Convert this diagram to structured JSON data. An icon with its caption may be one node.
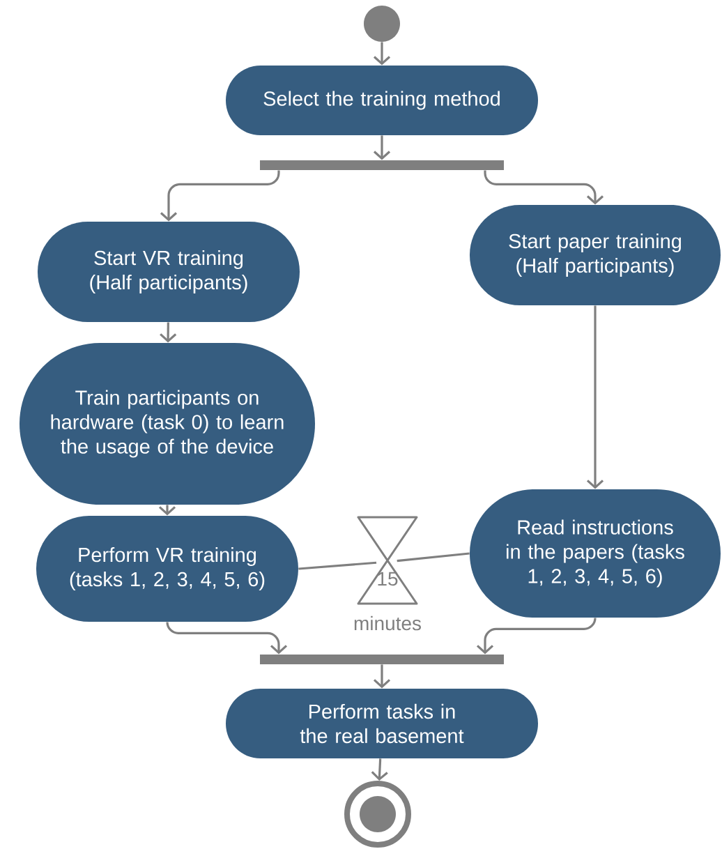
{
  "diagram": {
    "nodes": [
      {
        "text": [],
        "shape": "circle"
      },
      {
        "text": [
          "Select the training method"
        ]
      },
      {
        "text": [],
        "shape": "bar"
      },
      {
        "text": [
          "Start VR training (Half participants)"
        ]
      },
      {
        "text": [
          "Start paper training (Half participants)"
        ]
      },
      {
        "text": [
          "Train participants on hardware (task 0) to learn the usage of the device"
        ]
      },
      {
        "text": [
          "Perform VR training (tasks 1, 2, 3, 4, 5, 6)"
        ]
      },
      {
        "text": [
          "15"
        ],
        "beside": [
          "minutes"
        ]
      },
      {
        "text": [
          "Read instructions in the papers (tasks 1, 2, 3, 4, 5, 6)"
        ]
      },
      {
        "text": [],
        "shape": "bar"
      },
      {
        "text": [
          "Perform tasks in the real basement"
        ]
      },
      {
        "text": [],
        "shape": "circle"
      }
    ],
    "edges": [
      {
        "from": 0,
        "to": 1,
        "arrow": "to"
      },
      {
        "from": 1,
        "to": 2,
        "arrow": "to"
      },
      {
        "from": 2,
        "to": 3,
        "arrow": "to"
      },
      {
        "from": 2,
        "to": 4,
        "arrow": "to"
      },
      {
        "from": 3,
        "to": 5,
        "arrow": "to"
      },
      {
        "from": 5,
        "to": 6,
        "arrow": "to"
      },
      {
        "from": 4,
        "to": 8,
        "arrow": "to"
      },
      {
        "from": 6,
        "to": 7,
        "arrow": "none"
      },
      {
        "from": 7,
        "to": 8,
        "arrow": "none"
      },
      {
        "from": 6,
        "to": 9,
        "arrow": "to"
      },
      {
        "from": 8,
        "to": 9,
        "arrow": "to"
      },
      {
        "from": 9,
        "to": 10,
        "arrow": "to"
      },
      {
        "from": 10,
        "to": 11,
        "arrow": "to"
      }
    ]
  }
}
